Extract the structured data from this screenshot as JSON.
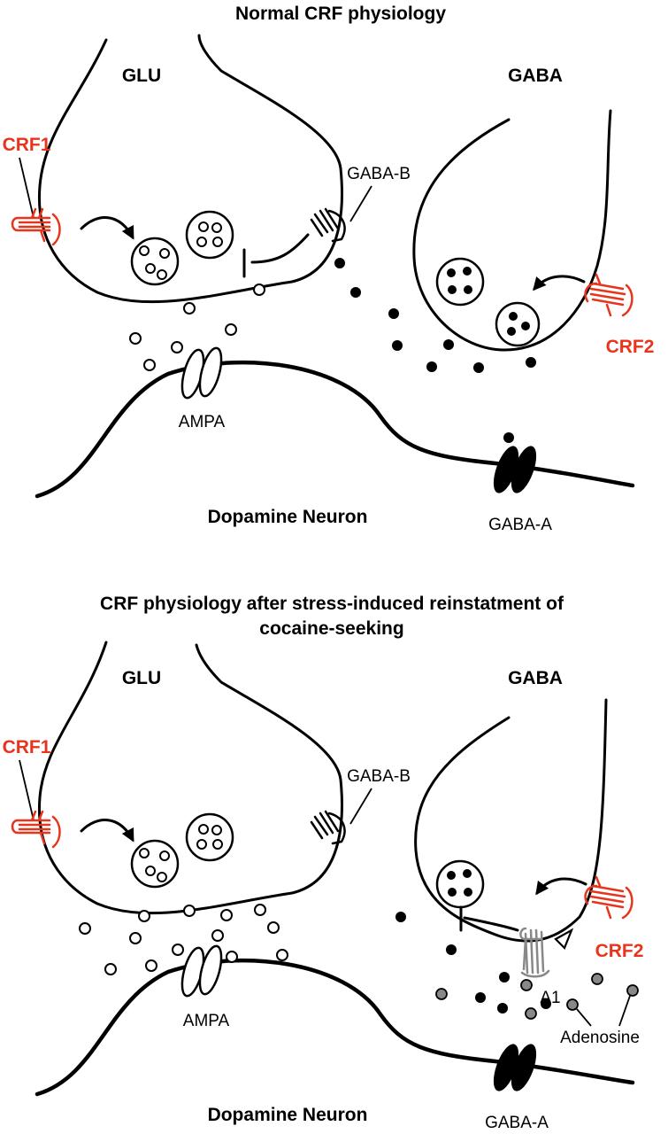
{
  "panels": [
    {
      "title_lines": [
        "Normal CRF physiology"
      ],
      "glu_label": "GLU",
      "gaba_label": "GABA",
      "crf1_label": "CRF1",
      "crf2_label": "CRF2",
      "gabab_label": "GABA-B",
      "ampa_label": "AMPA",
      "gabaa_label": "GABA-A",
      "neuron_label": "Dopamine Neuron"
    },
    {
      "title_lines": [
        "CRF physiology after stress-induced reinstatment of",
        "cocaine-seeking"
      ],
      "glu_label": "GLU",
      "gaba_label": "GABA",
      "crf1_label": "CRF1",
      "crf2_label": "CRF2",
      "gabab_label": "GABA-B",
      "ampa_label": "AMPA",
      "gabaa_label": "GABA-A",
      "neuron_label": "Dopamine Neuron",
      "a1_label": "A1",
      "adenosine_label": "Adenosine"
    }
  ],
  "colors": {
    "crf_red": "#e8341c",
    "adenosine_gray": "#888888",
    "gaba_black": "#000000"
  }
}
